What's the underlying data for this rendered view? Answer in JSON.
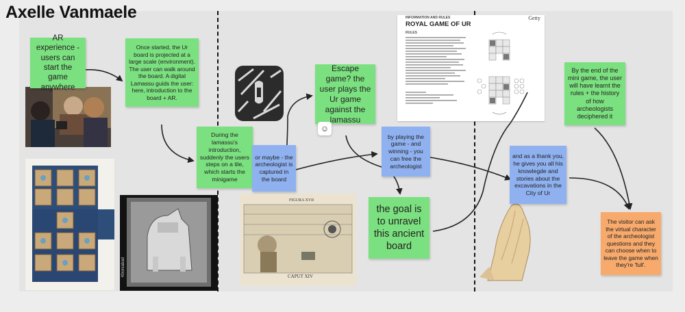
{
  "board": {
    "title": "Axelle Vanmaele"
  },
  "stickies": {
    "ar_experience": "AR experience - users can start the game anywhere",
    "once_started": "Once started, the Ur board is projected at a large scale (environment). The user can walk around the board. A digital Lamassu guids the user: here, introduction to the board + AR.",
    "during_intro": "During the lamassu's introduction, suddenly the users steps on a tile, which starts the minigame",
    "or_maybe": "or maybe - the archeologist is captured in the board",
    "escape_game": "Escape game? the user plays the Ur game against the lamassu",
    "by_playing": "by playing the game - and winning - you can free the archeologist",
    "the_goal": "the goal is to unravel this ancient board",
    "end_of_minigame": "By the end of the mini game, the user will have learnt the rules + the history of how archeologists deciphered it",
    "as_a_thank_you": "and as a thank you, he gives you all his knowlegde and stories about the excavations in the City of Ur",
    "the_visitor": "The visitor can ask the virtual character of the archeologist questions and they can choose when to leave the game when they're 'full'."
  },
  "rules_card": {
    "heading": "INFORMATION AND RULES",
    "title": "ROYAL GAME OF UR",
    "brand": "Getty",
    "rules_label": "RULES"
  },
  "images": {
    "ar_photo": "ar-photo",
    "ur_board_photo": "ur-board-photo",
    "lamassu_photo": "lamassu-photo",
    "tsuba_photo": "tsuba-photo",
    "engraving": "engraving-image",
    "praying_hands": "praying-hands-image"
  },
  "engraving_text": {
    "figura": "FIGURA XVII",
    "caput": "CAPUT XIV"
  },
  "colors": {
    "green": "#7be07f",
    "blue": "#8fb1f0",
    "orange": "#f7aa6c",
    "board": "#e4e4e4"
  }
}
